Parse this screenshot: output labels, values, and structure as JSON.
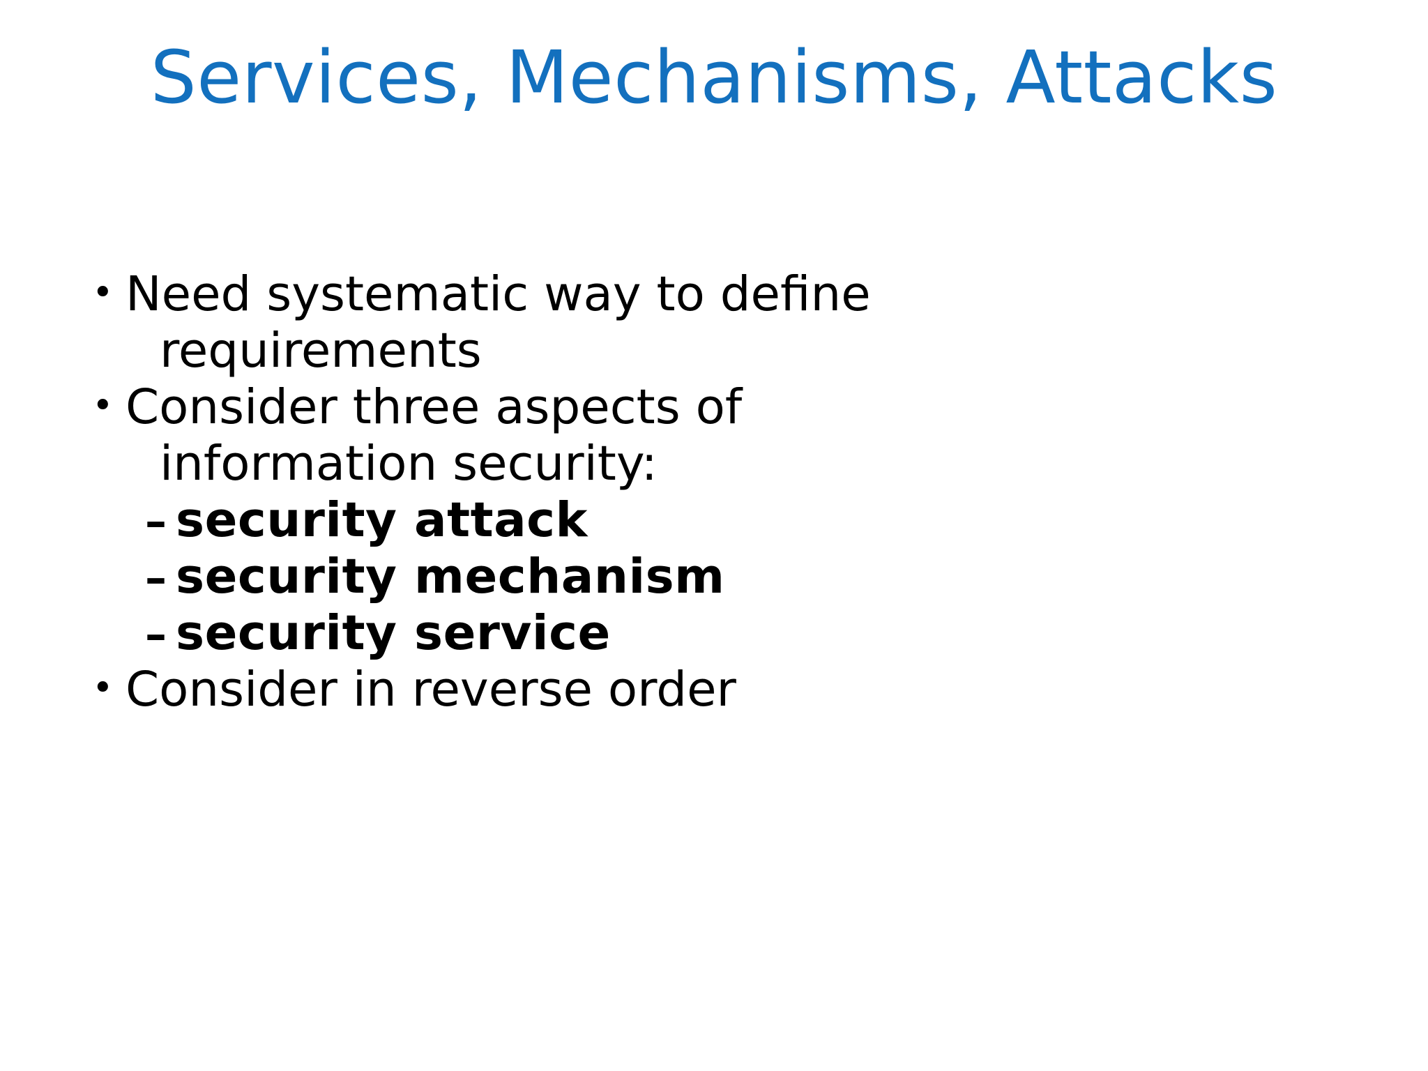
{
  "slide": {
    "background_color": "#ffffff",
    "title": "Services, Mechanisms, Attacks",
    "title_color": "#1370be",
    "body_color": "#000000",
    "bullet_marker": "•",
    "dash_marker": "–",
    "body": [
      {
        "level": 1,
        "marker": "•",
        "text": "Need systematic way to define",
        "bold": false
      },
      {
        "level": 1,
        "continuation": true,
        "text": "requirements",
        "bold": false
      },
      {
        "level": 1,
        "marker": "•",
        "text": "Consider three aspects of",
        "bold": false
      },
      {
        "level": 1,
        "continuation": true,
        "text": "information security:",
        "bold": false
      },
      {
        "level": 2,
        "marker": "–",
        "text": "security attack",
        "bold": true
      },
      {
        "level": 2,
        "marker": "–",
        "text": "security mechanism",
        "bold": true
      },
      {
        "level": 2,
        "marker": "–",
        "text": "security service",
        "bold": true
      },
      {
        "level": 1,
        "marker": "•",
        "text": "Consider in reverse order",
        "bold": false
      }
    ]
  }
}
